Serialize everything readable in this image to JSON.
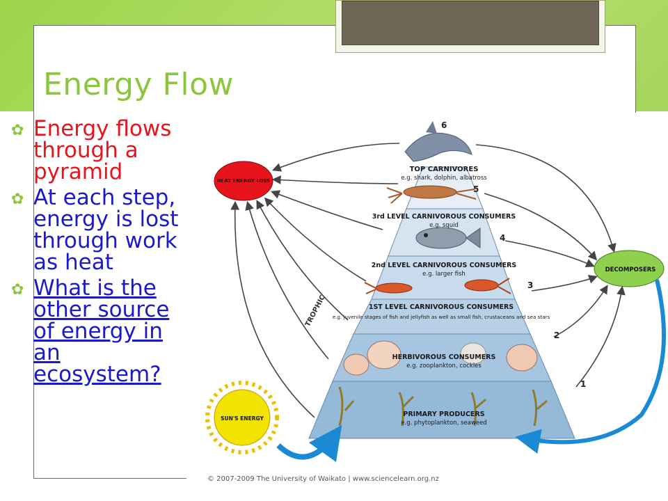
{
  "slide": {
    "title": "Energy Flow",
    "bullets": [
      {
        "text": "Energy flows through a pyramid",
        "color": "#e8141b"
      },
      {
        "text": "At each step, energy is lost through work as heat",
        "color": "#1a1acc"
      },
      {
        "text": "What is the other source of energy in an ecosystem?",
        "color": "#1a1acc"
      }
    ],
    "accent_color": "#8cc63e"
  },
  "diagram": {
    "heat_loss": "HEAT ENERGY LOSS",
    "decomposers": "DECOMPOSERS",
    "sun": "SUN'S ENERGY",
    "trophic": "TROPHIC",
    "levels": [
      {
        "num": "6",
        "title": "TOP CARNIVORES",
        "example": "e.g. shark, dolphin, albatross"
      },
      {
        "num": "5",
        "title": "3rd LEVEL CARNIVOROUS CONSUMERS",
        "example": "e.g. squid"
      },
      {
        "num": "4",
        "title": "2nd LEVEL CARNIVOROUS CONSUMERS",
        "example": "e.g. larger fish"
      },
      {
        "num": "3",
        "title": "1ST LEVEL CARNIVOROUS CONSUMERS",
        "example": "e.g. juvenile stages of fish and jellyfish as well as small fish, crustaceans and sea stars"
      },
      {
        "num": "2",
        "title": "HERBIVOROUS CONSUMERS",
        "example": "e.g. zooplankton, cockles"
      },
      {
        "num": "1",
        "title": "PRIMARY PRODUCERS",
        "example": "e.g. phytoplankton, seaweed"
      }
    ],
    "copyright": "© 2007-2009 The University of Waikato | www.sciencelearn.org.nz"
  }
}
